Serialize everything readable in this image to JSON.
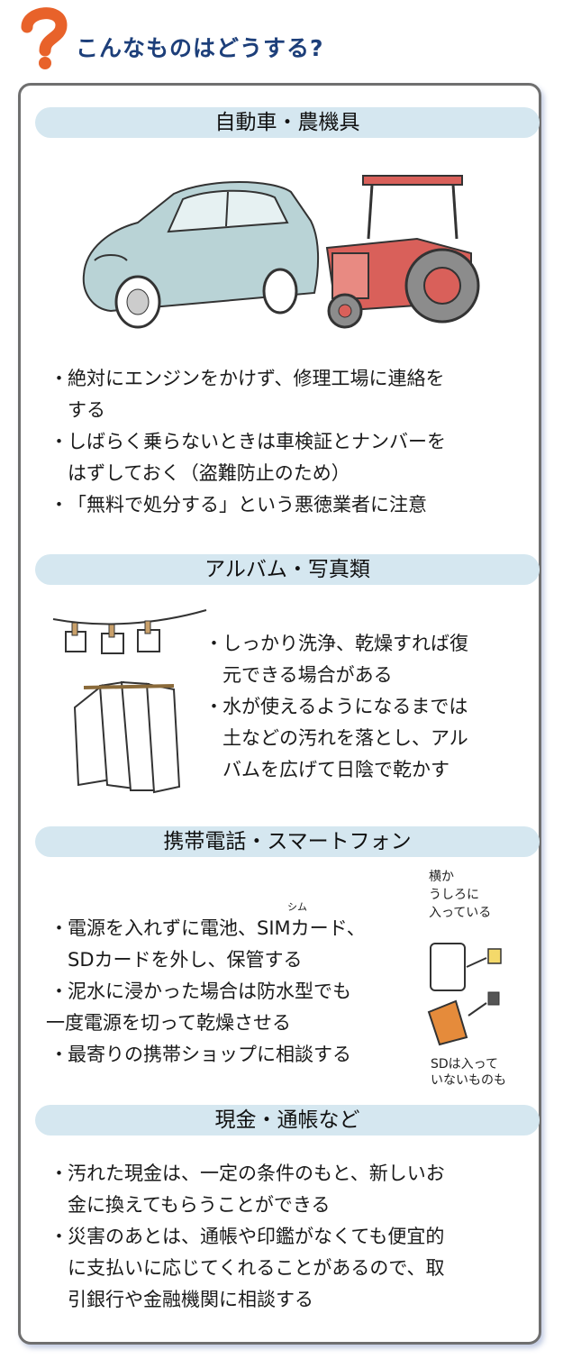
{
  "page": {
    "title": "こんなものはどうする?",
    "question_icon": "question-mark-icon"
  },
  "sections": [
    {
      "heading": "自動車・農機具",
      "illustration": "car-and-tractor",
      "bullets": [
        {
          "lines": [
            "絶対にエンジンをかけず、修理工場に連絡を",
            "する"
          ]
        },
        {
          "lines": [
            "しばらく乗らないときは車検証とナンバーを",
            "はずしておく（盗難防止のため）"
          ]
        },
        {
          "lines": [
            "「無料で処分する」という悪徳業者に注意"
          ]
        }
      ]
    },
    {
      "heading": "アルバム・写真類",
      "illustration": "drying-photos",
      "bullets": [
        {
          "lines": [
            "しっかり洗浄、乾燥すれば復",
            "元できる場合がある"
          ]
        },
        {
          "lines": [
            "水が使えるようになるまでは",
            "土などの汚れを落とし、アル",
            "バムを広げて日陰で乾かす"
          ]
        }
      ]
    },
    {
      "heading": "携帯電話・スマートフォン",
      "illustration": "phone-sim-removal",
      "illustration_notes": {
        "top": [
          "横か",
          "うしろに",
          "入っている"
        ],
        "bottom": [
          "SDは入って",
          "いないものも"
        ]
      },
      "sim_ruby": "シム",
      "bullets": [
        {
          "lines": [
            "電源を入れずに電池、SIMカード、",
            "SDカードを外し、保管する"
          ]
        },
        {
          "lines": [
            "泥水に浸かった場合は防水型でも",
            "一度電源を切って乾燥させる"
          ]
        },
        {
          "lines": [
            "最寄りの携帯ショップに相談する"
          ]
        }
      ]
    },
    {
      "heading": "現金・通帳など",
      "bullets": [
        {
          "lines": [
            "汚れた現金は、一定の条件のもと、新しいお",
            "金に換えてもらうことができる"
          ]
        },
        {
          "lines": [
            "災害のあとは、通帳や印鑑がなくても便宜的",
            "に支払いに応じてくれることがあるので、取",
            "引銀行や金融機関に相談する"
          ]
        }
      ]
    }
  ],
  "colors": {
    "title": "#1d3f7a",
    "question_mark": "#e8622a",
    "heading_band": "#d5e7f0",
    "card_border": "#6f6f6f",
    "car": "#b9d3d6",
    "tractor": "#d9605a"
  }
}
